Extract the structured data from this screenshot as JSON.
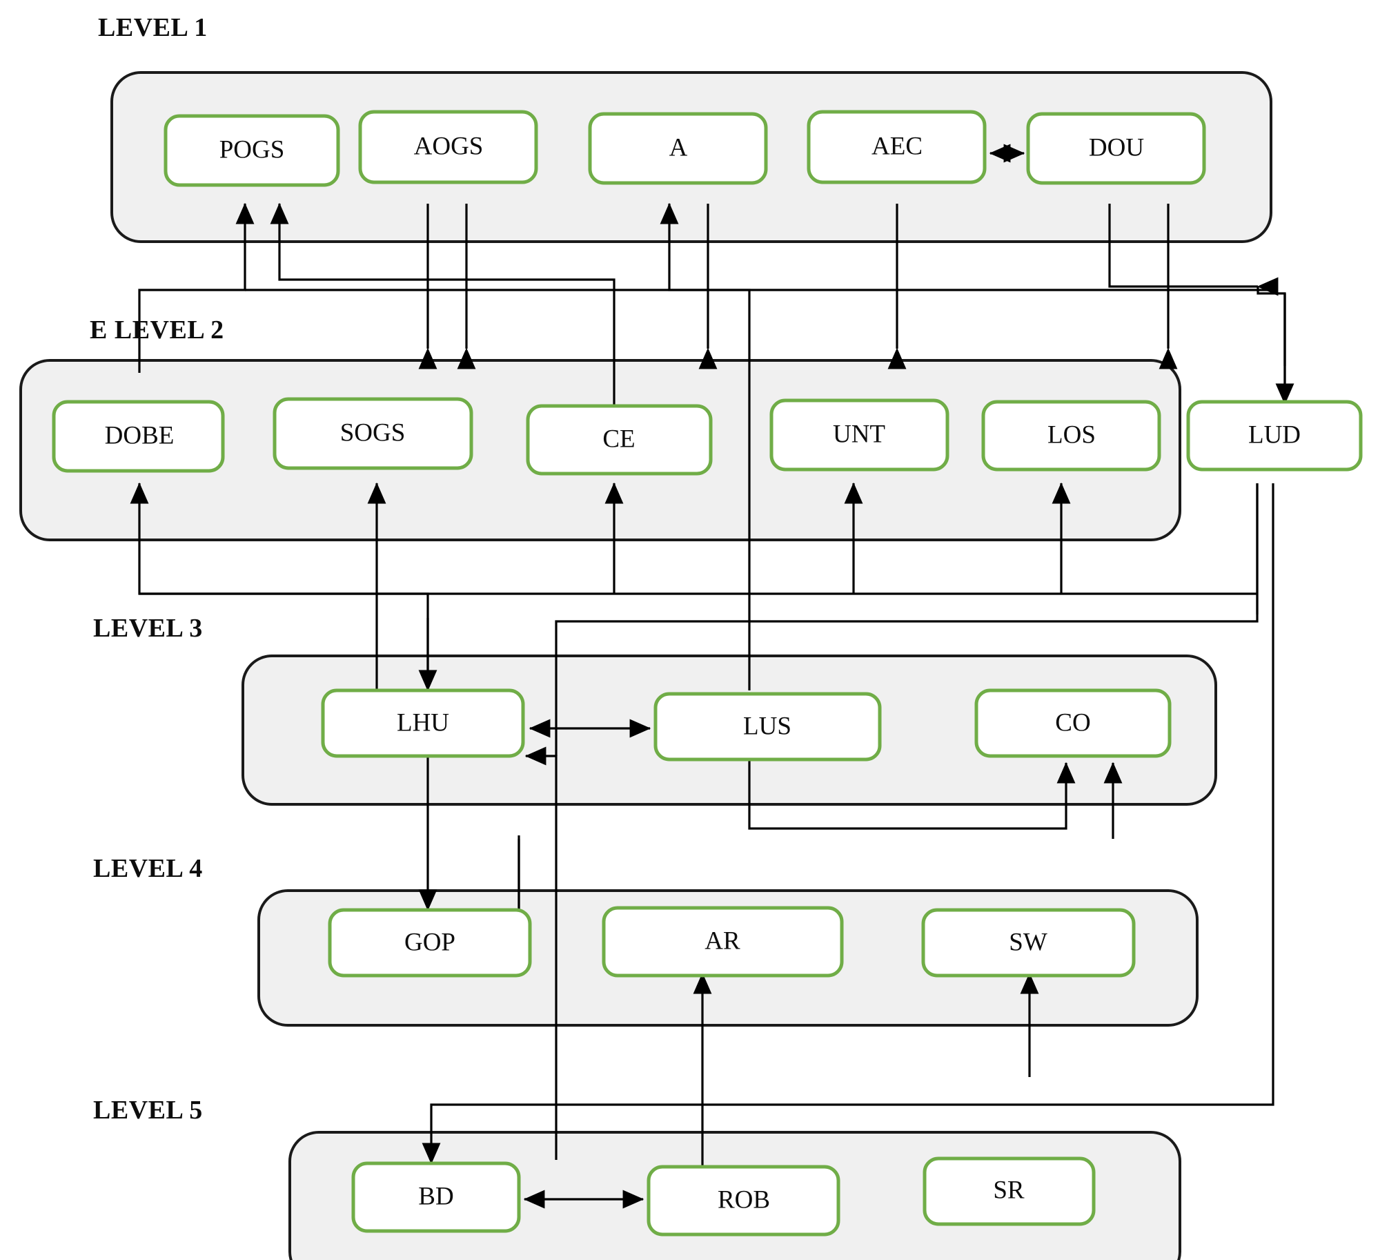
{
  "diagram": {
    "title": "Multi-level hierarchical block diagram",
    "colors": {
      "node_border": "#70ad47",
      "node_fill": "#ffffff",
      "band_fill": "#f0f0f0",
      "band_border": "#1a1a1a",
      "edge": "#000000",
      "text": "#0d0d0d",
      "background": "#ffffff"
    },
    "levels": [
      {
        "id": "level-1",
        "label": "LEVEL 1",
        "nodes": [
          {
            "id": "POGS",
            "label": "POGS"
          },
          {
            "id": "AOGS",
            "label": "AOGS"
          },
          {
            "id": "A",
            "label": "A"
          },
          {
            "id": "AEC",
            "label": "AEC"
          },
          {
            "id": "DOU",
            "label": "DOU"
          }
        ]
      },
      {
        "id": "level-2",
        "label": "E LEVEL 2",
        "nodes": [
          {
            "id": "DOBE",
            "label": "DOBE"
          },
          {
            "id": "SOGS",
            "label": "SOGS"
          },
          {
            "id": "CE",
            "label": "CE"
          },
          {
            "id": "UNT",
            "label": "UNT"
          },
          {
            "id": "LOS",
            "label": "LOS"
          },
          {
            "id": "LUD",
            "label": "LUD"
          }
        ]
      },
      {
        "id": "level-3",
        "label": "LEVEL 3",
        "nodes": [
          {
            "id": "LHU",
            "label": "LHU"
          },
          {
            "id": "LUS",
            "label": "LUS"
          },
          {
            "id": "CO",
            "label": "CO"
          }
        ]
      },
      {
        "id": "level-4",
        "label": "LEVEL 4",
        "nodes": [
          {
            "id": "GOP",
            "label": "GOP"
          },
          {
            "id": "AR",
            "label": "AR"
          },
          {
            "id": "SW",
            "label": "SW"
          }
        ]
      },
      {
        "id": "level-5",
        "label": "LEVEL 5",
        "nodes": [
          {
            "id": "BD",
            "label": "BD"
          },
          {
            "id": "ROB",
            "label": "ROB"
          },
          {
            "id": "SR",
            "label": "SR"
          }
        ]
      }
    ],
    "edges": [
      {
        "from": "AEC",
        "to": "DOU",
        "type": "bidirectional"
      },
      {
        "from": "LHU",
        "to": "LUS",
        "type": "bidirectional"
      },
      {
        "from": "BD",
        "to": "ROB",
        "type": "bidirectional"
      },
      {
        "from": "DOBE",
        "to": "POGS",
        "type": "directed"
      },
      {
        "from": "CE",
        "to": "POGS",
        "type": "directed"
      },
      {
        "from": "SOGS",
        "to": "AOGS",
        "type": "directed"
      },
      {
        "from": "UNT",
        "to": "AOGS",
        "type": "directed"
      },
      {
        "from": "LUS",
        "to": "A",
        "type": "directed"
      },
      {
        "from": "LOS",
        "to": "A",
        "type": "directed"
      },
      {
        "from": "LOS",
        "to": "AEC",
        "type": "directed"
      },
      {
        "from": "LUD",
        "to": "DOU",
        "type": "directed"
      },
      {
        "from": "CO",
        "to": "DOU",
        "type": "directed"
      },
      {
        "from": "DOU",
        "to": "LUD",
        "type": "directed"
      },
      {
        "from": "LHU",
        "to": "DOBE",
        "type": "directed"
      },
      {
        "from": "LHU",
        "to": "SOGS",
        "type": "directed"
      },
      {
        "from": "LUS",
        "to": "CE",
        "type": "directed"
      },
      {
        "from": "LUS",
        "to": "UNT",
        "type": "directed"
      },
      {
        "from": "CO",
        "to": "LOS",
        "type": "directed"
      },
      {
        "from": "LUS",
        "to": "LUD",
        "type": "directed"
      },
      {
        "from": "SW",
        "to": "LUD",
        "type": "directed"
      },
      {
        "from": "LUD",
        "to": "LHU",
        "type": "directed"
      },
      {
        "from": "LUS",
        "to": "GOP",
        "type": "directed"
      },
      {
        "from": "LHU",
        "to": "GOP",
        "type": "directed"
      },
      {
        "from": "ROB",
        "to": "AR",
        "type": "directed"
      },
      {
        "from": "ROB",
        "to": "SW",
        "type": "directed"
      },
      {
        "from": "BD",
        "to": "LHU",
        "type": "directed"
      },
      {
        "from": "LUS",
        "to": "CO",
        "type": "directed"
      },
      {
        "from": "AR",
        "to": "CO",
        "type": "directed"
      },
      {
        "from": "LUD",
        "to": "BD",
        "type": "directed"
      }
    ]
  }
}
